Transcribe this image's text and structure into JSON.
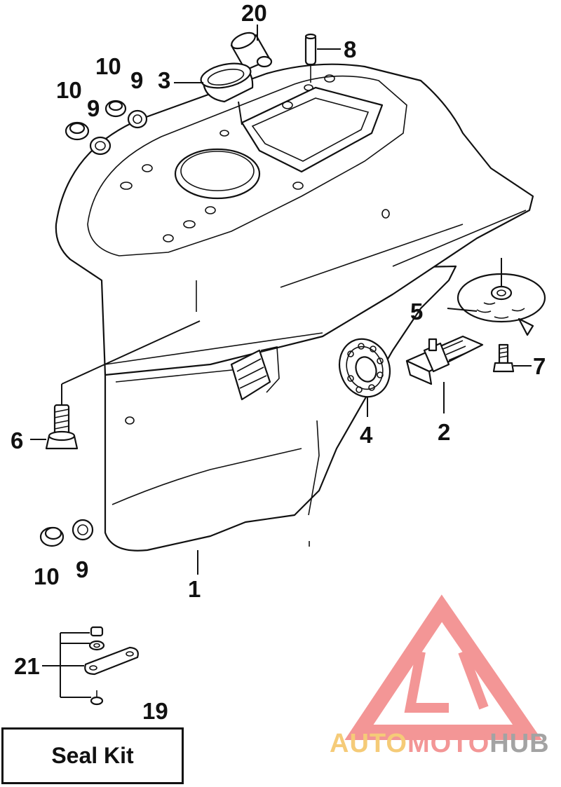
{
  "callouts": {
    "c1": "1",
    "c2": "2",
    "c3": "3",
    "c4": "4",
    "c5": "5",
    "c6": "6",
    "c7": "7",
    "c8": "8",
    "c9a": "9",
    "c9b": "9",
    "c9c": "9",
    "c10a": "10",
    "c10b": "10",
    "c10c": "10",
    "c19": "19",
    "c20": "20",
    "c21": "21"
  },
  "seal_kit": {
    "label": "Seal Kit"
  },
  "watermark": {
    "part1": "AUTO",
    "part2": "MOTO",
    "part3": "HUB",
    "color_gold": "#f5c66a",
    "color_red": "#f28b8b",
    "color_gray": "#9a9a9a"
  }
}
